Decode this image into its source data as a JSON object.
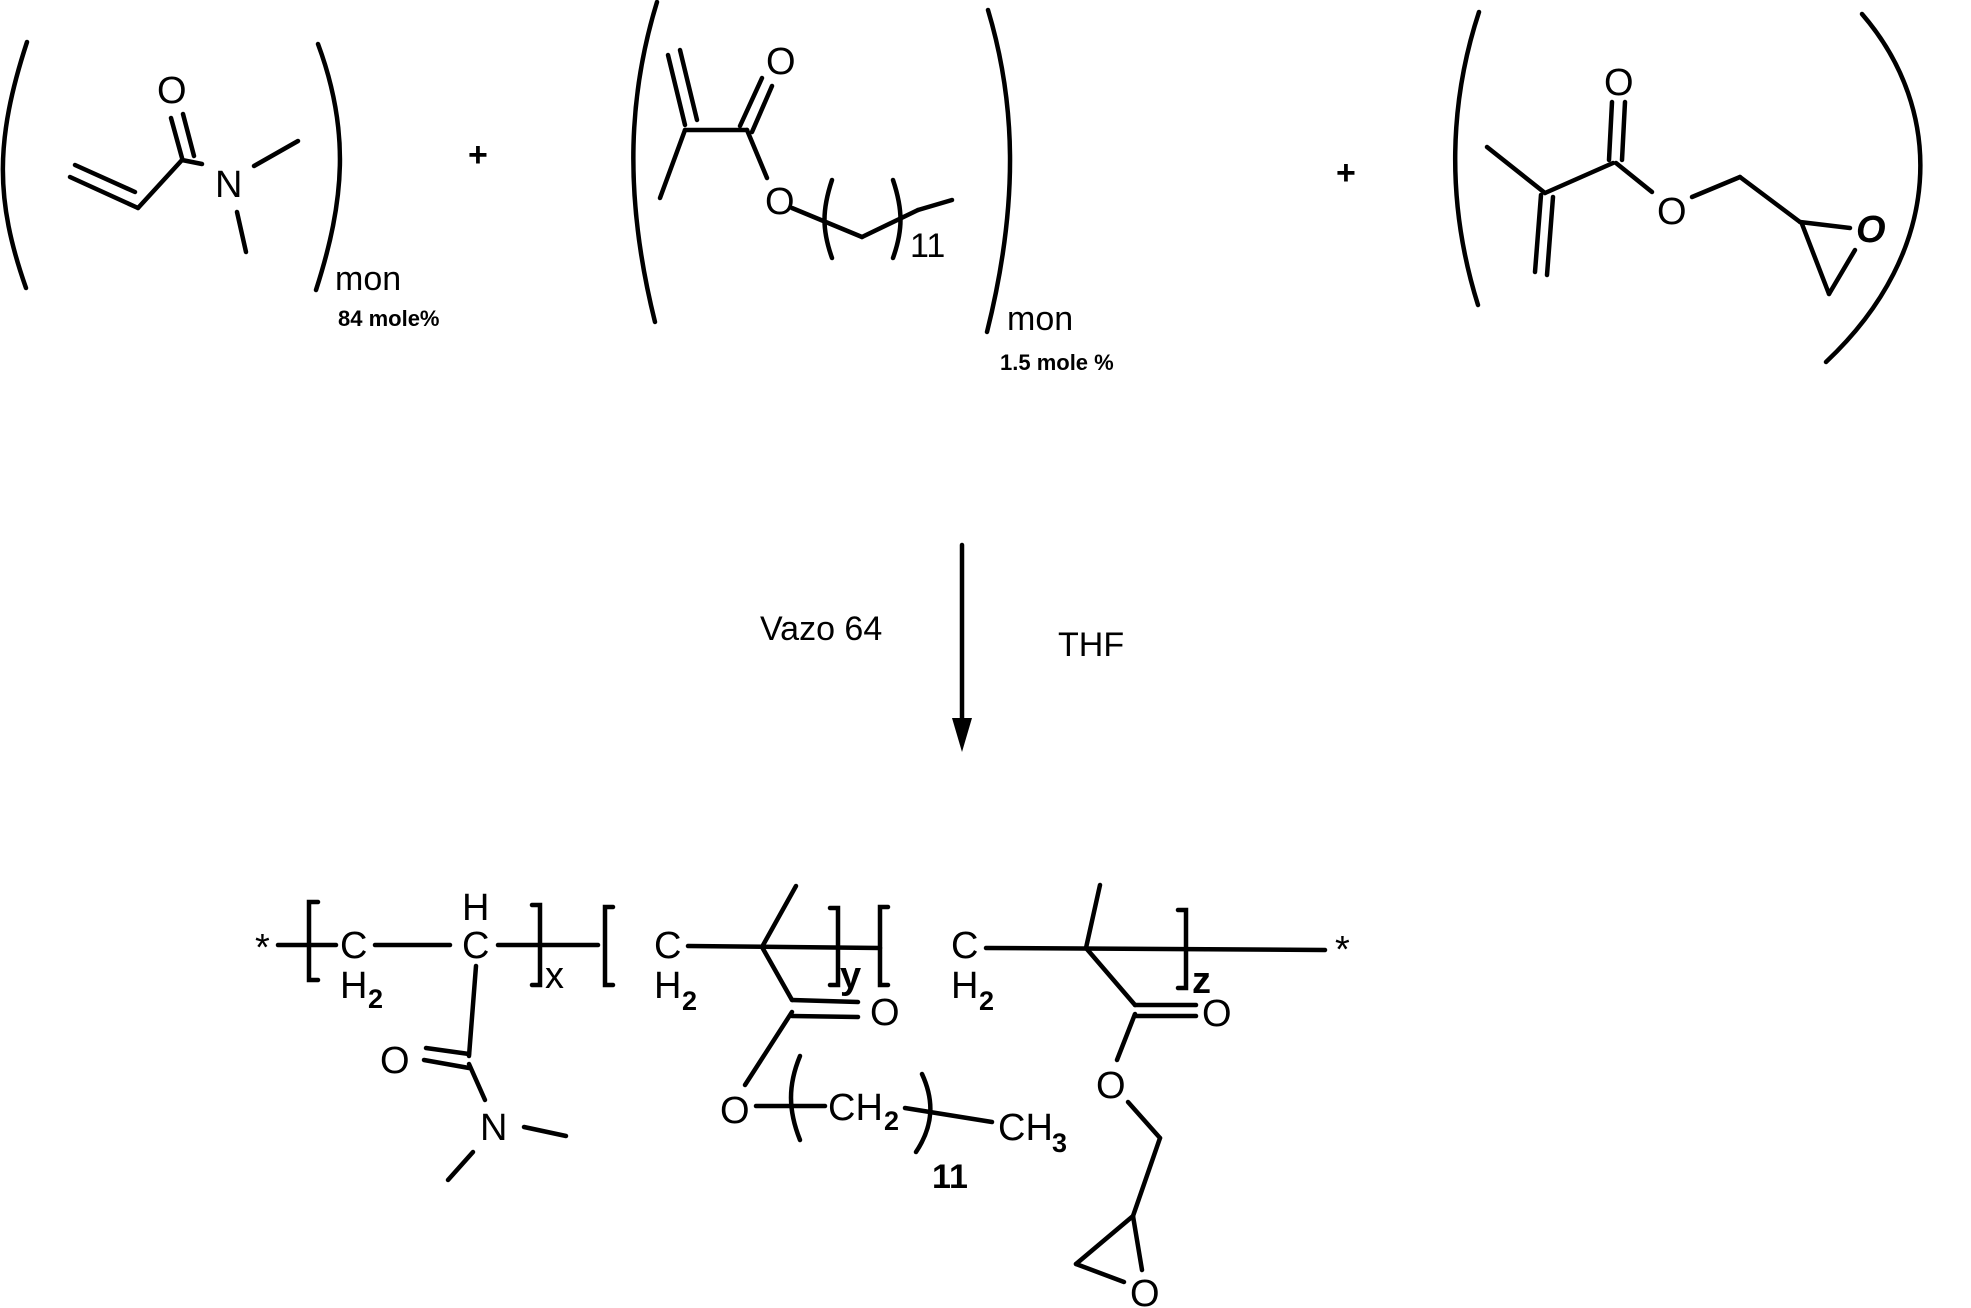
{
  "reactants": [
    {
      "name": "N,N-dimethylacrylamide",
      "atoms": {
        "o": "O",
        "n": "N"
      },
      "subscript": "mon",
      "amount": "84 mole%"
    },
    {
      "name": "dodecyl methacrylate",
      "atoms": {
        "o_carbonyl": "O",
        "o_ester": "O"
      },
      "repeat_count": "11",
      "subscript": "mon",
      "amount": "1.5 mole %"
    },
    {
      "name": "glycidyl methacrylate",
      "atoms": {
        "o_carbonyl": "O",
        "o_ester": "O",
        "o_epoxide": "O"
      }
    }
  ],
  "plus_signs": [
    "+",
    "+"
  ],
  "conditions": {
    "initiator": "Vazo 64",
    "solvent": "THF"
  },
  "product": {
    "end_left": "*",
    "end_right": "*",
    "unit_x": {
      "c1": "C",
      "h2": "H",
      "h2_sub": "2",
      "c2": "C",
      "h": "H",
      "index": "x",
      "o": "O",
      "n": "N"
    },
    "unit_y": {
      "c1": "C",
      "h2": "H",
      "h2_sub": "2",
      "index": "y",
      "o_carbonyl": "O",
      "o_ester": "O",
      "ch2": "CH",
      "ch2_sub": "2",
      "repeat": "11",
      "ch3": "CH",
      "ch3_sub": "3"
    },
    "unit_z": {
      "c1": "C",
      "h2": "H",
      "h2_sub": "2",
      "index": "z",
      "o_carbonyl": "O",
      "o_ester": "O",
      "o_epoxide": "O"
    }
  }
}
